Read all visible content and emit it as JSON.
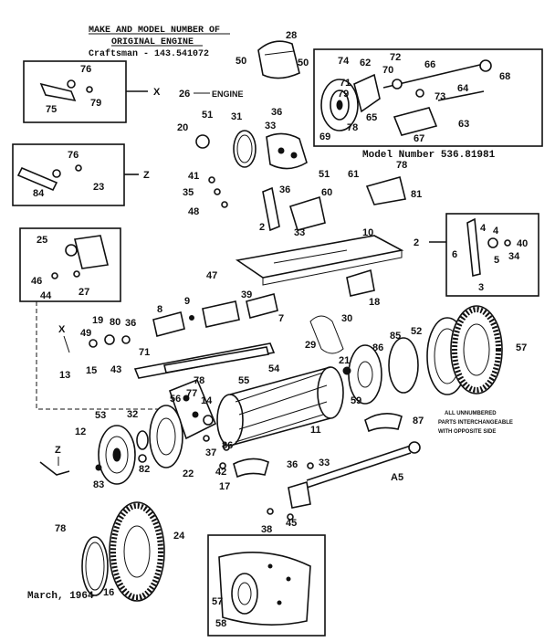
{
  "header": {
    "line1": "MAKE AND MODEL NUMBER OF",
    "line2": "ORIGINAL ENGINE",
    "line3": "Craftsman - 143.541072"
  },
  "model_number": "Model Number 536.81981",
  "engine_label": "ENGINE",
  "date": "March, 1964",
  "note": {
    "line1": "ALL UNNUMBERED",
    "line2": "PARTS INTERCHANGEABLE",
    "line3": "WITH OPPOSITE SIDE"
  },
  "ref_letters": {
    "x": "X",
    "z": "Z",
    "a5": "A5"
  },
  "callouts": {
    "c2": "2",
    "c3": "3",
    "c4": "4",
    "c5": "5",
    "c6": "6",
    "c7": "7",
    "c8": "8",
    "c9": "9",
    "c10": "10",
    "c11": "11",
    "c12": "12",
    "c13": "13",
    "c14": "14",
    "c15": "15",
    "c16": "16",
    "c17": "17",
    "c18": "18",
    "c19": "19",
    "c20": "20",
    "c21": "21",
    "c22": "22",
    "c23": "23",
    "c24": "24",
    "c25": "25",
    "c26": "26",
    "c27": "27",
    "c28": "28",
    "c29": "29",
    "c30": "30",
    "c31": "31",
    "c32": "32",
    "c33": "33",
    "c34": "34",
    "c35": "35",
    "c36": "36",
    "c37": "37",
    "c38": "38",
    "c39": "39",
    "c40": "40",
    "c41": "41",
    "c42": "42",
    "c43": "43",
    "c44": "44",
    "c45": "45",
    "c46": "46",
    "c47": "47",
    "c48": "48",
    "c49": "49",
    "c50": "50",
    "c51": "51",
    "c52": "52",
    "c53": "53",
    "c54": "54",
    "c55": "55",
    "c56": "56",
    "c57": "57",
    "c58": "58",
    "c59": "59",
    "c60": "60",
    "c61": "61",
    "c62": "62",
    "c63": "63",
    "c64": "64",
    "c65": "65",
    "c66": "66",
    "c67": "67",
    "c68": "68",
    "c69": "69",
    "c70": "70",
    "c71": "71",
    "c72": "72",
    "c73": "73",
    "c74": "74",
    "c75": "75",
    "c76": "76",
    "c77": "77",
    "c78": "78",
    "c79": "79",
    "c80": "80",
    "c81": "81",
    "c82": "82",
    "c83": "83",
    "c84": "84",
    "c85": "85",
    "c86": "86",
    "c87": "87"
  }
}
